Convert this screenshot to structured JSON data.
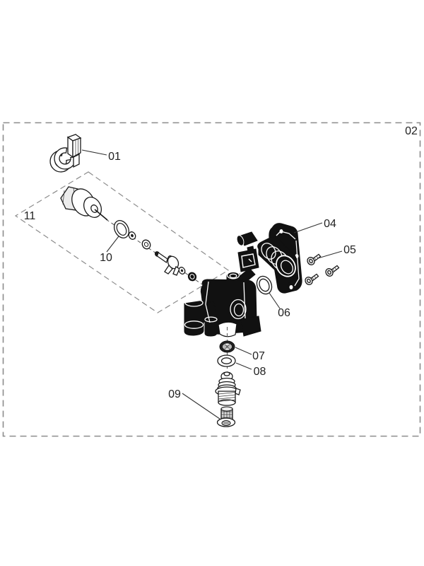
{
  "diagram": {
    "type": "exploded-parts-diagram",
    "labels": {
      "01": "01",
      "02": "02",
      "04": "04",
      "05": "05",
      "06": "06",
      "07": "07",
      "08": "08",
      "09": "09",
      "10": "10",
      "11": "11"
    },
    "colors": {
      "background": "#ffffff",
      "line": "#1a1a1a",
      "dark_fill": "#111111",
      "border": "#8c8c8c"
    }
  }
}
